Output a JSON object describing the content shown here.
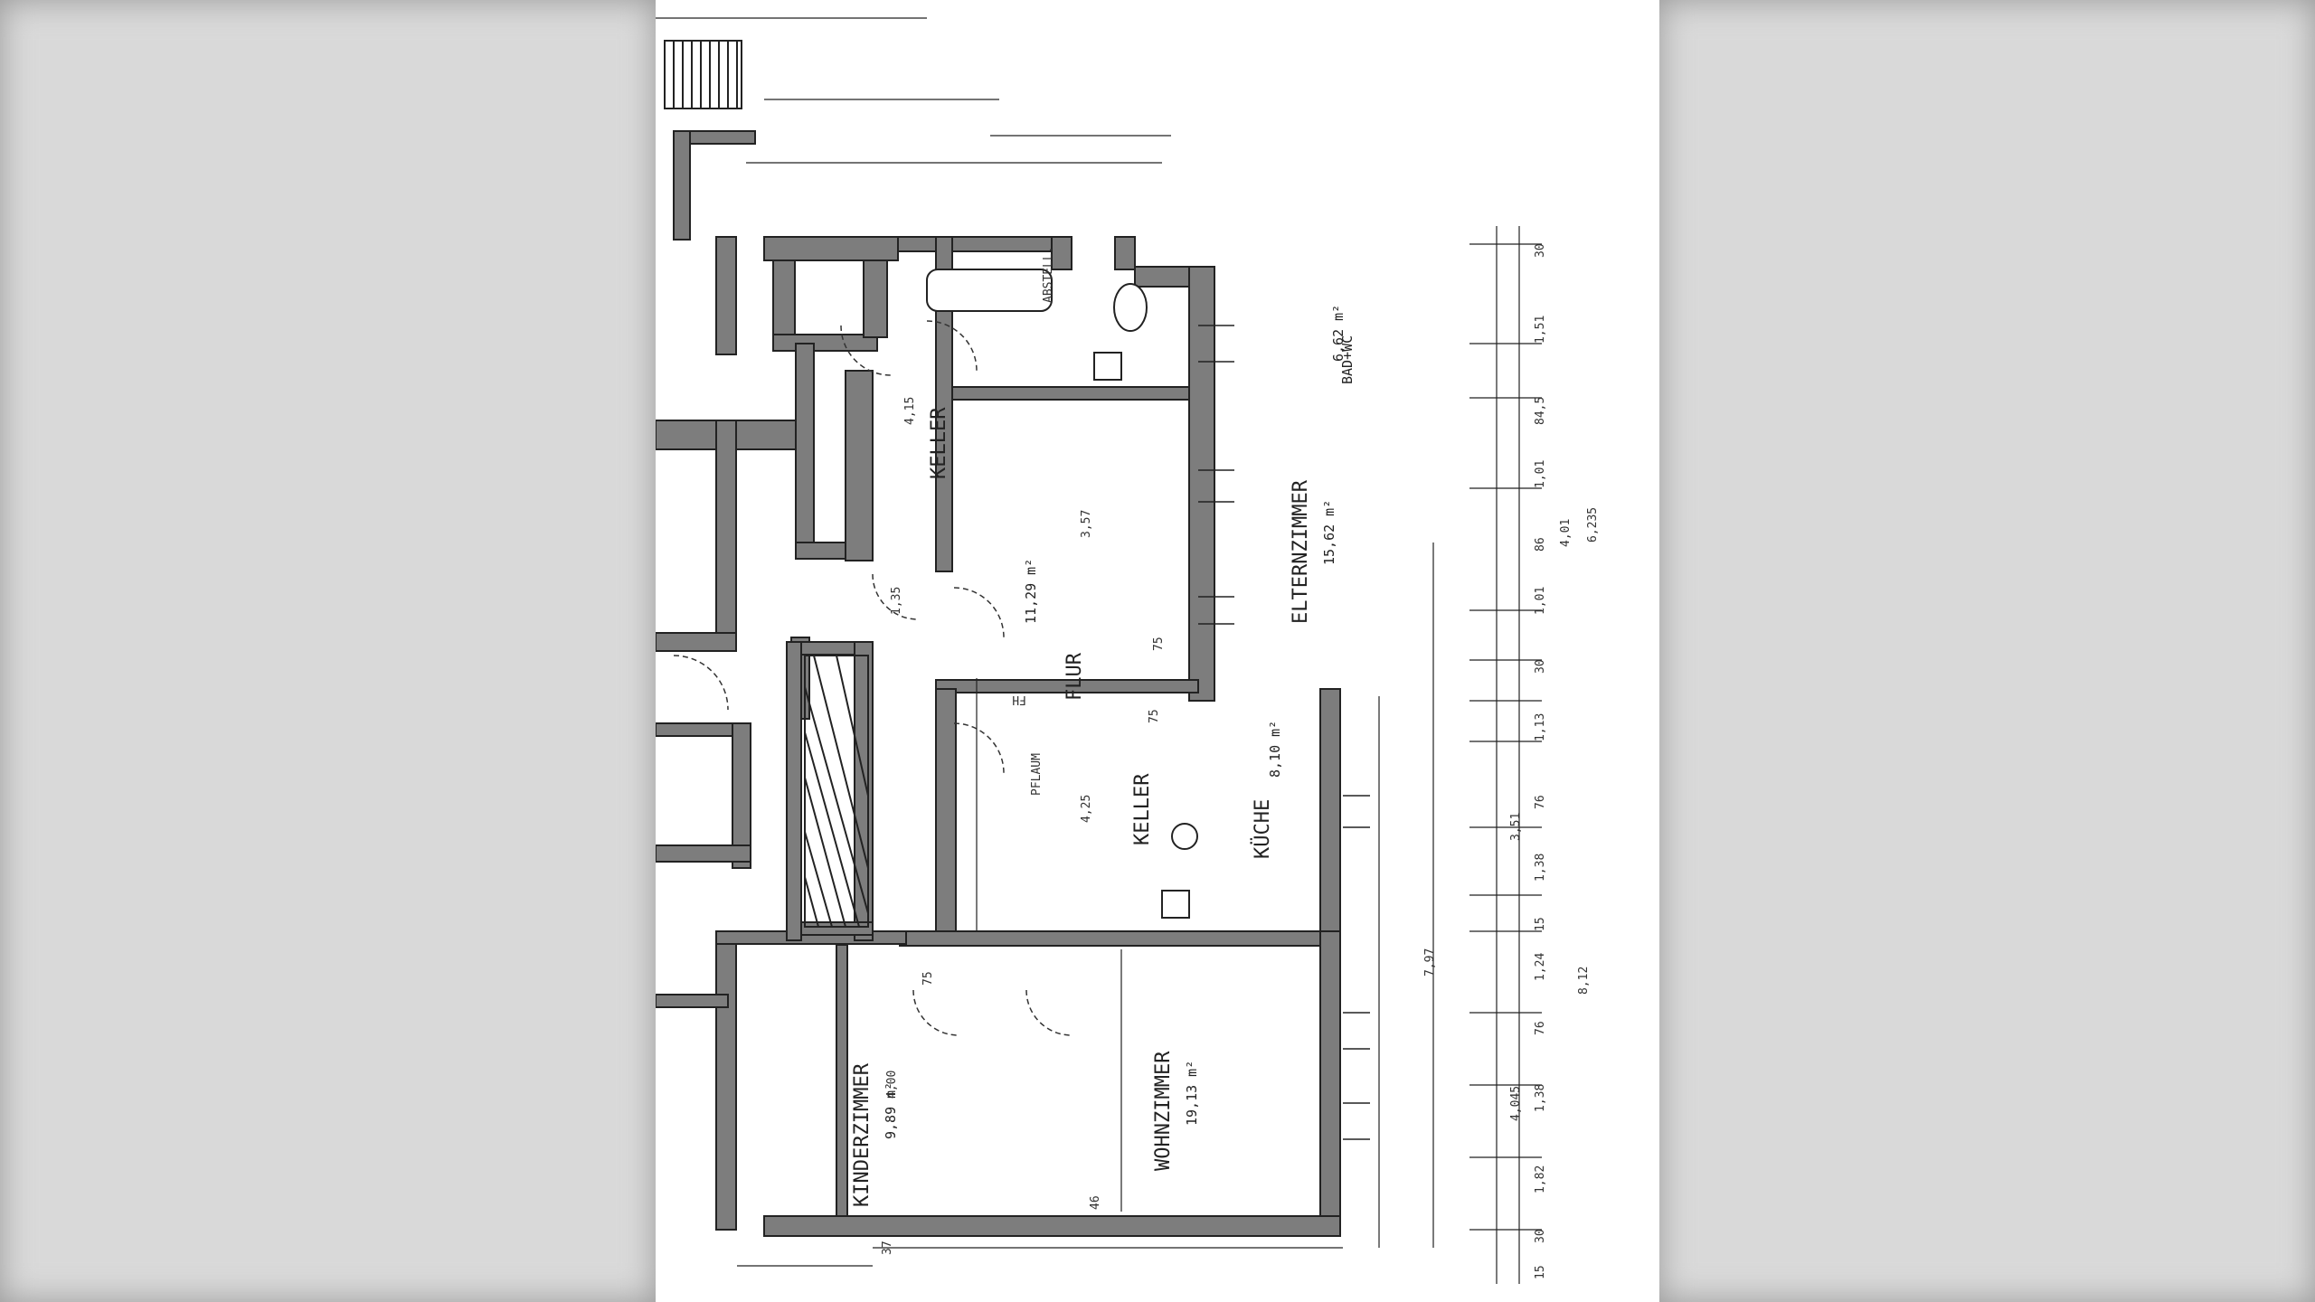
{
  "plan": {
    "rooms": [
      {
        "id": "elternzimmer",
        "name": "ELTERNZIMMER",
        "area": "15,62 m²"
      },
      {
        "id": "kinderzimmer",
        "name": "KINDERZIMMER",
        "area": "9,89 m²"
      },
      {
        "id": "wohnzimmer",
        "name": "WOHNZIMMER",
        "area": "19,13 m²"
      },
      {
        "id": "kueche",
        "name": "KÜCHE",
        "area": "8,10 m²"
      },
      {
        "id": "flur",
        "name": "FLUR",
        "area": "11,29 m²"
      },
      {
        "id": "bad",
        "name": "BAD+WC",
        "area": "6,62 m²"
      },
      {
        "id": "keller1",
        "name": "KELLER",
        "area": ""
      },
      {
        "id": "keller2",
        "name": "KELLER",
        "area": ""
      }
    ],
    "labels": {
      "abstell": "ABSTELL.",
      "fh": "FH",
      "pflaum": "PFLAUM"
    },
    "dimensions_right": [
      "30",
      "1,51",
      "84,5",
      "1,01",
      "86",
      "1,01",
      "30",
      "1,13",
      "76",
      "1,38",
      "15",
      "1,24",
      "76",
      "1,38",
      "1,82",
      "30",
      "15"
    ],
    "dimensions_totals": [
      "6,235",
      "3,51",
      "7,97",
      "8,12",
      "4,01",
      "4,045"
    ],
    "dimensions_inner": [
      "4,15",
      "3,57",
      "4,25",
      "4,00",
      "1,35",
      "75",
      "75",
      "75",
      "46",
      "37"
    ]
  },
  "colors": {
    "wall": "#3a3a3a",
    "wall_fill": "#8a8a8a",
    "line": "#222222",
    "paper": "#ffffff"
  }
}
